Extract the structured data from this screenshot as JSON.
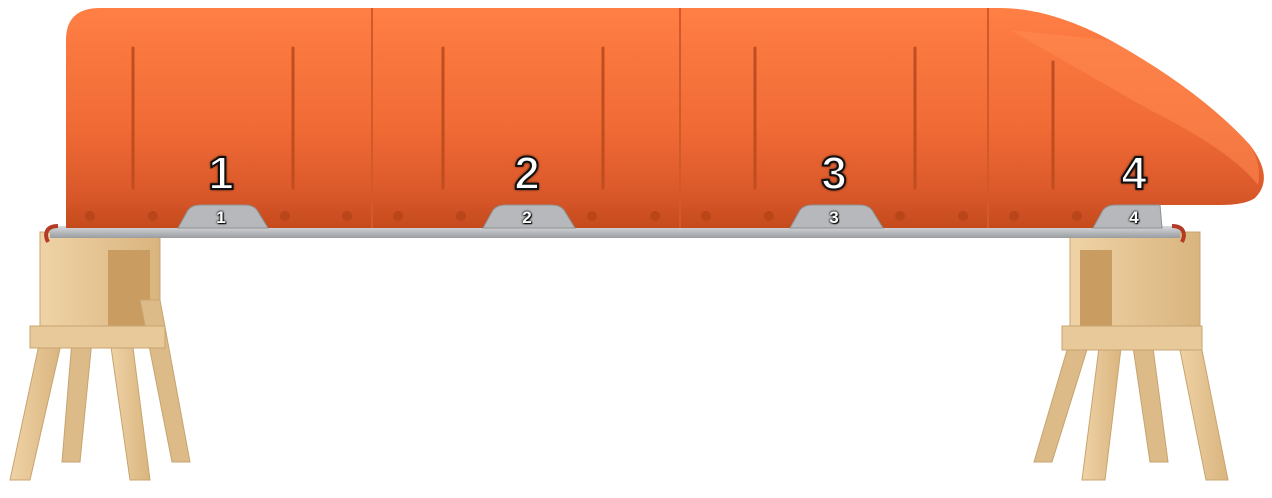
{
  "colors": {
    "shell": "#f06a35",
    "shell_dark": "#c44a1c",
    "rail": "#b9bcc0",
    "wood": "#e3c28f",
    "background": "#ffffff"
  },
  "pods": [
    {
      "number": "1",
      "small": "1"
    },
    {
      "number": "2",
      "small": "2"
    },
    {
      "number": "3",
      "small": "3"
    },
    {
      "number": "4",
      "small": "4"
    }
  ]
}
